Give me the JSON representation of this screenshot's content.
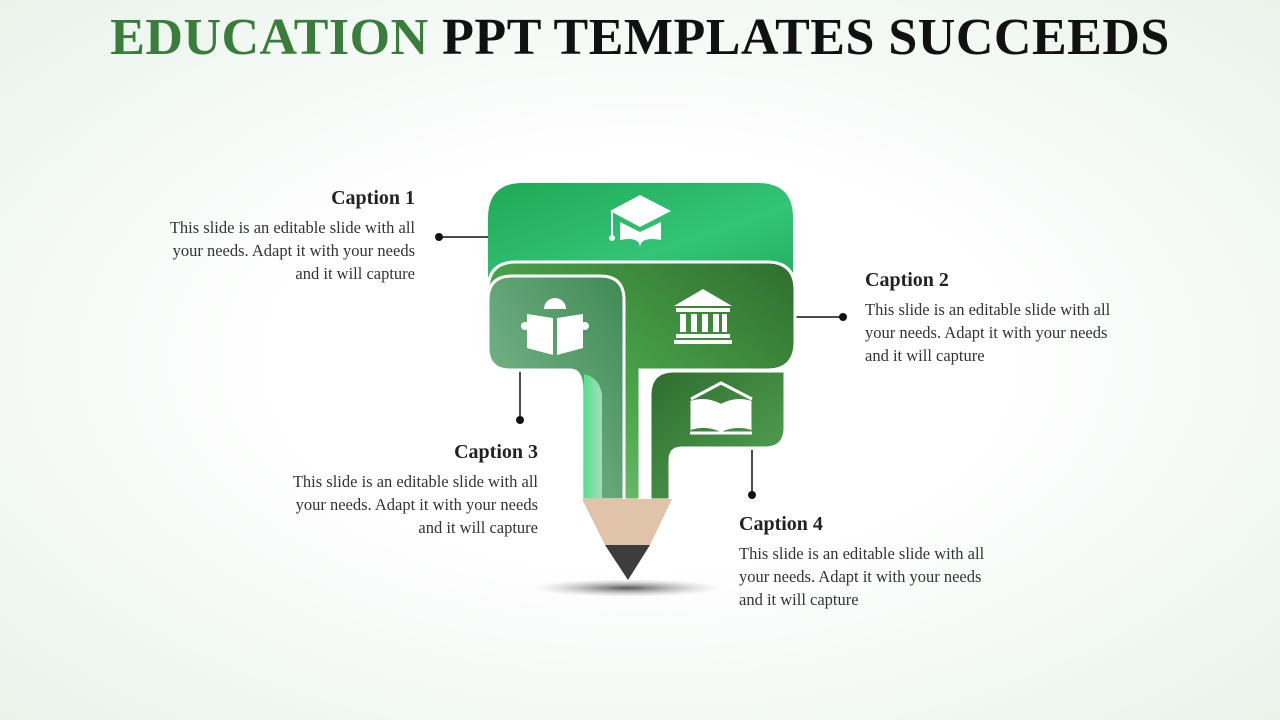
{
  "title": {
    "highlight": "EDUCATION",
    "rest": "PPT TEMPLATES SUCCEEDS"
  },
  "captions": [
    {
      "heading": "Caption 1",
      "lines": [
        "This slide is an editable slide with all",
        "your needs. Adapt it with your needs",
        "and it will capture"
      ]
    },
    {
      "heading": "Caption 2",
      "lines": [
        "This slide is an editable slide with all",
        "your needs. Adapt it with your needs",
        "and it will capture"
      ]
    },
    {
      "heading": "Caption 3",
      "lines": [
        "This slide is an editable slide with all",
        "your needs. Adapt it with your needs",
        "and it will capture"
      ]
    },
    {
      "heading": "Caption 4",
      "lines": [
        "This slide is an editable slide with all",
        "your needs. Adapt it with your needs",
        "and it will capture"
      ]
    }
  ],
  "icons": [
    "graduation-cap-icon",
    "museum-icon",
    "reading-person-icon",
    "open-book-house-icon"
  ],
  "colors": {
    "title_green": "#3a7d3a",
    "top_green": "#27b463",
    "dark_green": "#3b8a3b",
    "light_green": "#5ea970",
    "pencil_wood": "#e0c3a8",
    "pencil_lead": "#3d3d3d"
  }
}
